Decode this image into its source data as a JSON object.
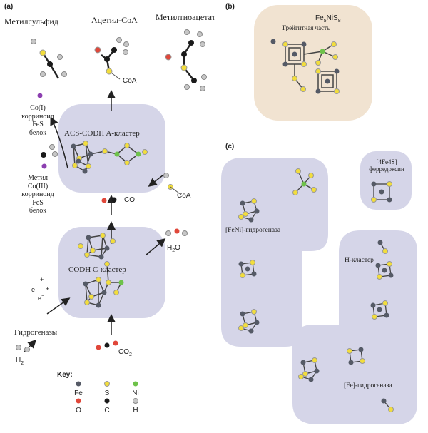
{
  "panels": {
    "a": "(a)",
    "b": "(b)",
    "c": "(c)"
  },
  "molecules": {
    "methyl_sulfide": "Метилсульфид",
    "acetyl_coa": "Ацетил-CoA",
    "methyl_thioacetate": "Метилтиоацетат",
    "coa": "CoA",
    "co": "CO",
    "h2o_h": "H",
    "h2o_sub": "2",
    "h2o_o": "O",
    "co2_c": "CO",
    "co2_sub": "2",
    "h2_h": "H",
    "h2_sub": "2",
    "electron": "e",
    "electron_sup": "−",
    "proton": "+"
  },
  "clusters": {
    "acs_codh": "ACS-CODH A-кластер",
    "codh_c": "CODH C-кластер",
    "hydrogenases": "Гидрогеназы"
  },
  "proteins": {
    "co1_lines": [
      "Co(I)",
      "корриноид",
      "FeS",
      "белок"
    ],
    "methyl_co3_lines": [
      "Метил",
      "Co(III)",
      "корриноид",
      "FeS",
      "белок"
    ]
  },
  "panel_b": {
    "formula_fe": "Fe",
    "formula_5": "5",
    "formula_ni": "NiS",
    "formula_8": "8",
    "greigite": "Грейгитная часть"
  },
  "panel_c": {
    "fe4s_ferredoxin_lines": [
      "[4Fe4S]",
      "ферредоксин"
    ],
    "feni": "[FeNi]-гидрогеназа",
    "h_cluster": "H-кластер",
    "fe_hydrogenase": "[Fe]-гидрогеназа"
  },
  "key": {
    "title": "Key:",
    "items": [
      {
        "symbol": "Fe",
        "color": "#555a66"
      },
      {
        "symbol": "S",
        "color": "#f2dd3c"
      },
      {
        "symbol": "Ni",
        "color": "#6ec24a"
      },
      {
        "symbol": "O",
        "color": "#e0473a"
      },
      {
        "symbol": "C",
        "color": "#1a1a1a"
      },
      {
        "symbol": "H",
        "color": "#c7c7c7"
      }
    ]
  },
  "colors": {
    "lavender": "#d5d5e8",
    "beige": "#f1e3d1",
    "fe": "#555a66",
    "s": "#f2dd3c",
    "ni": "#6ec24a",
    "o": "#e0473a",
    "c": "#1a1a1a",
    "h": "#c7c7c7",
    "co": "#8c3fb0"
  }
}
